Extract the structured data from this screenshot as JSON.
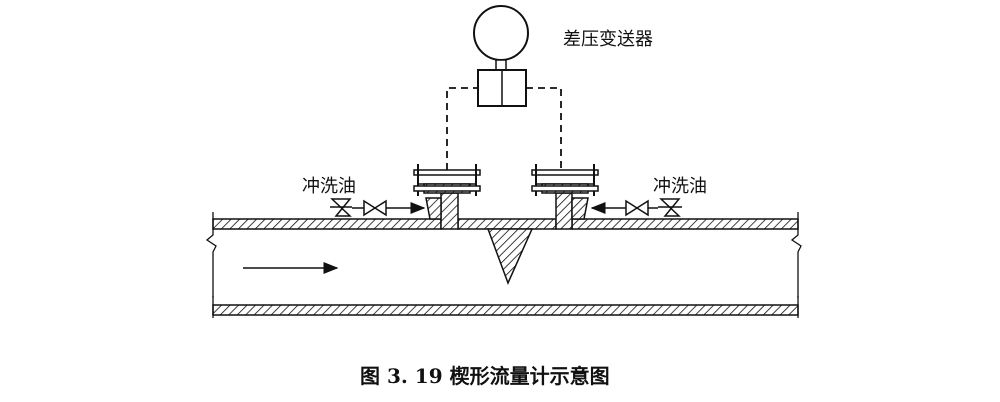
{
  "diagram": {
    "transmitter_label": "差压变送器",
    "flush_oil_left": "冲洗油",
    "flush_oil_right": "冲洗油",
    "caption": "图 3. 19  楔形流量计示意图"
  },
  "colors": {
    "line": "#111111",
    "background": "#ffffff"
  }
}
